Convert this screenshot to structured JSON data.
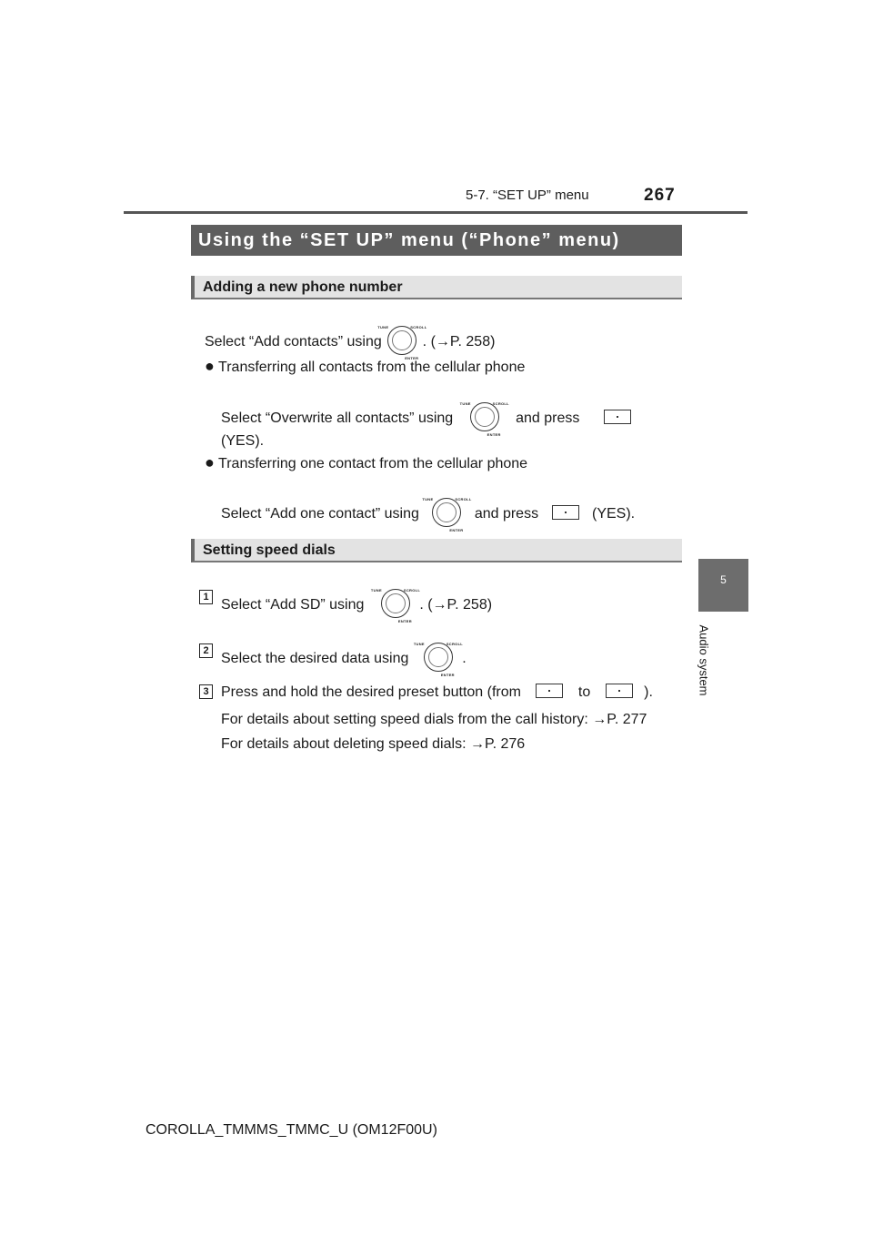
{
  "header": {
    "page_number": "267",
    "section_path": "5-7. “SET UP” menu"
  },
  "title": "Using the “SET UP” menu (“Phone” menu)",
  "sections": {
    "add_phone": {
      "heading": "Adding a new phone number",
      "intro_a": "Select “Add contacts” using",
      "intro_b": ". (",
      "intro_ref": "→P. 258)",
      "bullet1": {
        "text": "Transferring all contacts from the cellular phone",
        "sub_a": "Select “Overwrite all contacts” using",
        "sub_b": "and press",
        "sub_c": "(YES)."
      },
      "bullet2": {
        "text": "Transferring one contact from the cellular phone",
        "sub_a": "Select “Add one contact” using",
        "sub_b": "and press",
        "sub_c": "(YES)."
      }
    },
    "speed_dials": {
      "heading": "Setting speed dials",
      "steps": [
        {
          "num": "1",
          "text_a": "Select “Add SD” using",
          "text_b": ". (",
          "ref": "→P. 258)"
        },
        {
          "num": "2",
          "text_a": "Select the desired data using",
          "text_b": "."
        },
        {
          "num": "3",
          "text_a": "Press and hold the desired preset button (from",
          "text_b": "to",
          "text_c": ")."
        }
      ],
      "note1": "For details about setting speed dials from the call history: →P. 277",
      "note2": "For details about deleting speed dials: →P. 276"
    }
  },
  "dial_labels": {
    "left": "TUNE",
    "right": "SCROLL",
    "enter": "ENTER"
  },
  "side_tab": {
    "number": "5",
    "label": "Audio system"
  },
  "footer": "COROLLA_TMMMS_TMMC_U (OM12F00U)"
}
